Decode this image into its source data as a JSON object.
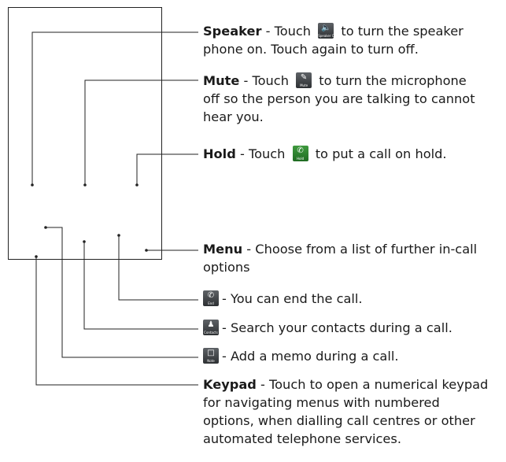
{
  "speaker": {
    "title": "Speaker",
    "pre": " - Touch ",
    "icon_label": "Speaker On",
    "icon": "speaker-icon",
    "post": " to turn the speaker",
    "line2": "phone on. Touch again to turn off."
  },
  "mute": {
    "title": "Mute",
    "pre": " - Touch ",
    "icon_label": "Mute",
    "icon": "microphone-mute-icon",
    "post": " to turn the microphone",
    "line2": "off so the person you are talking to cannot",
    "line3": "hear you."
  },
  "hold": {
    "title": "Hold",
    "pre": " - Touch ",
    "icon_label": "Hold",
    "icon": "hold-phone-icon",
    "post": " to put a call on hold."
  },
  "menu": {
    "title": "Menu",
    "text": " - Choose from a list of further in-call",
    "line2": "options"
  },
  "end": {
    "icon_label": "End",
    "icon": "phone-end-icon",
    "text": "- You can end the call."
  },
  "contacts": {
    "icon_label": "Contacts",
    "icon": "contacts-icon",
    "text": "- Search your contacts during a call."
  },
  "note": {
    "icon_label": "Note",
    "icon": "note-icon",
    "text": "- Add a memo during a call."
  },
  "keypad": {
    "title": "Keypad",
    "text": " - Touch to open a numerical keypad",
    "line2": "for navigating menus with numbered",
    "line3": "options, when dialling call centres or other",
    "line4": "automated telephone services."
  }
}
